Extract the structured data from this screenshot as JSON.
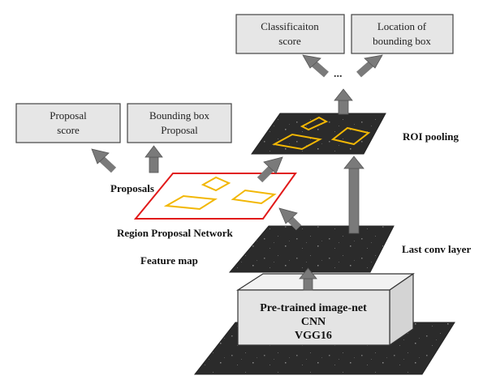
{
  "output_boxes": {
    "classification": [
      "Classificaiton",
      "score"
    ],
    "location": [
      "Location of",
      "bounding box"
    ],
    "proposal_score": [
      "Proposal",
      "score"
    ],
    "bbox_proposal": [
      "Bounding box",
      "Proposal"
    ]
  },
  "labels": {
    "proposals": "Proposals",
    "roi_pooling": "ROI pooling",
    "rpn": "Region Proposal Network",
    "last_conv": "Last conv layer",
    "feature_map": "Feature map",
    "ellipsis": "..."
  },
  "cnn": [
    "Pre-trained image-net",
    "CNN",
    "VGG16"
  ],
  "colors": {
    "box_fill": "#e6e6e6",
    "arrow": "#7a7a7a",
    "layer_dark": "#2c2c2c",
    "rpn_border": "#e11a1a",
    "proposal_box": "#f2b705"
  }
}
